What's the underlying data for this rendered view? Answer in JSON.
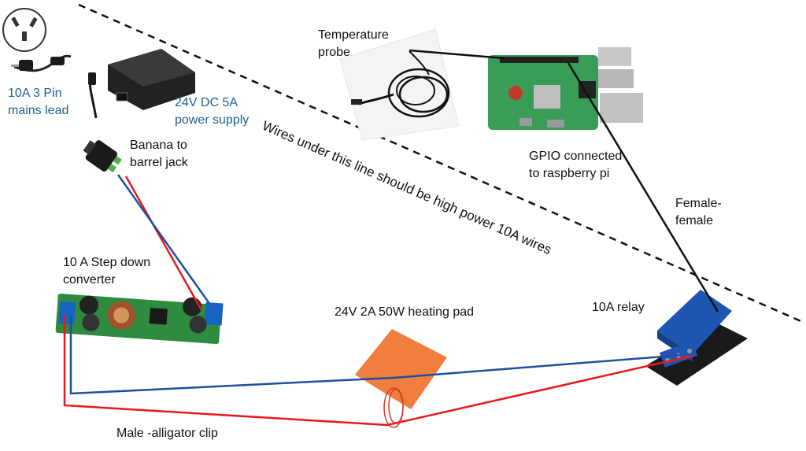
{
  "labels": {
    "mains_lead": [
      "10A 3 Pin",
      "mains lead"
    ],
    "power_supply": [
      "24V DC 5A",
      "power supply"
    ],
    "banana": [
      "Banana to",
      "barrel jack"
    ],
    "temperature_probe": [
      "Temperature",
      "probe"
    ],
    "gpio": [
      "GPIO connected",
      "to raspberry pi"
    ],
    "female": [
      "Female-",
      "female"
    ],
    "step_down": [
      "10 A Step down",
      "converter"
    ],
    "heating_pad": "24V 2A 50W heating pad",
    "relay": "10A relay",
    "alligator": "Male -alligator clip",
    "divider_note": "Wires under this line should be high power 10A wires"
  },
  "colors": {
    "positive_wire": "#e8191d",
    "negative_wire": "#1f4fa0",
    "signal_wire": "#111111",
    "annotation_blue": "#1f5f8b",
    "heating_pad": "#f07e3e",
    "pcb_green": "#2e8b3f",
    "relay_blue": "#1f56b3"
  },
  "icons": [
    "wall-socket-icon",
    "mains-plug-icon",
    "power-brick-icon",
    "barrel-jack-icon",
    "temperature-probe-icon",
    "raspberry-pi-icon",
    "step-down-converter-icon",
    "heating-pad-icon",
    "relay-module-icon"
  ]
}
